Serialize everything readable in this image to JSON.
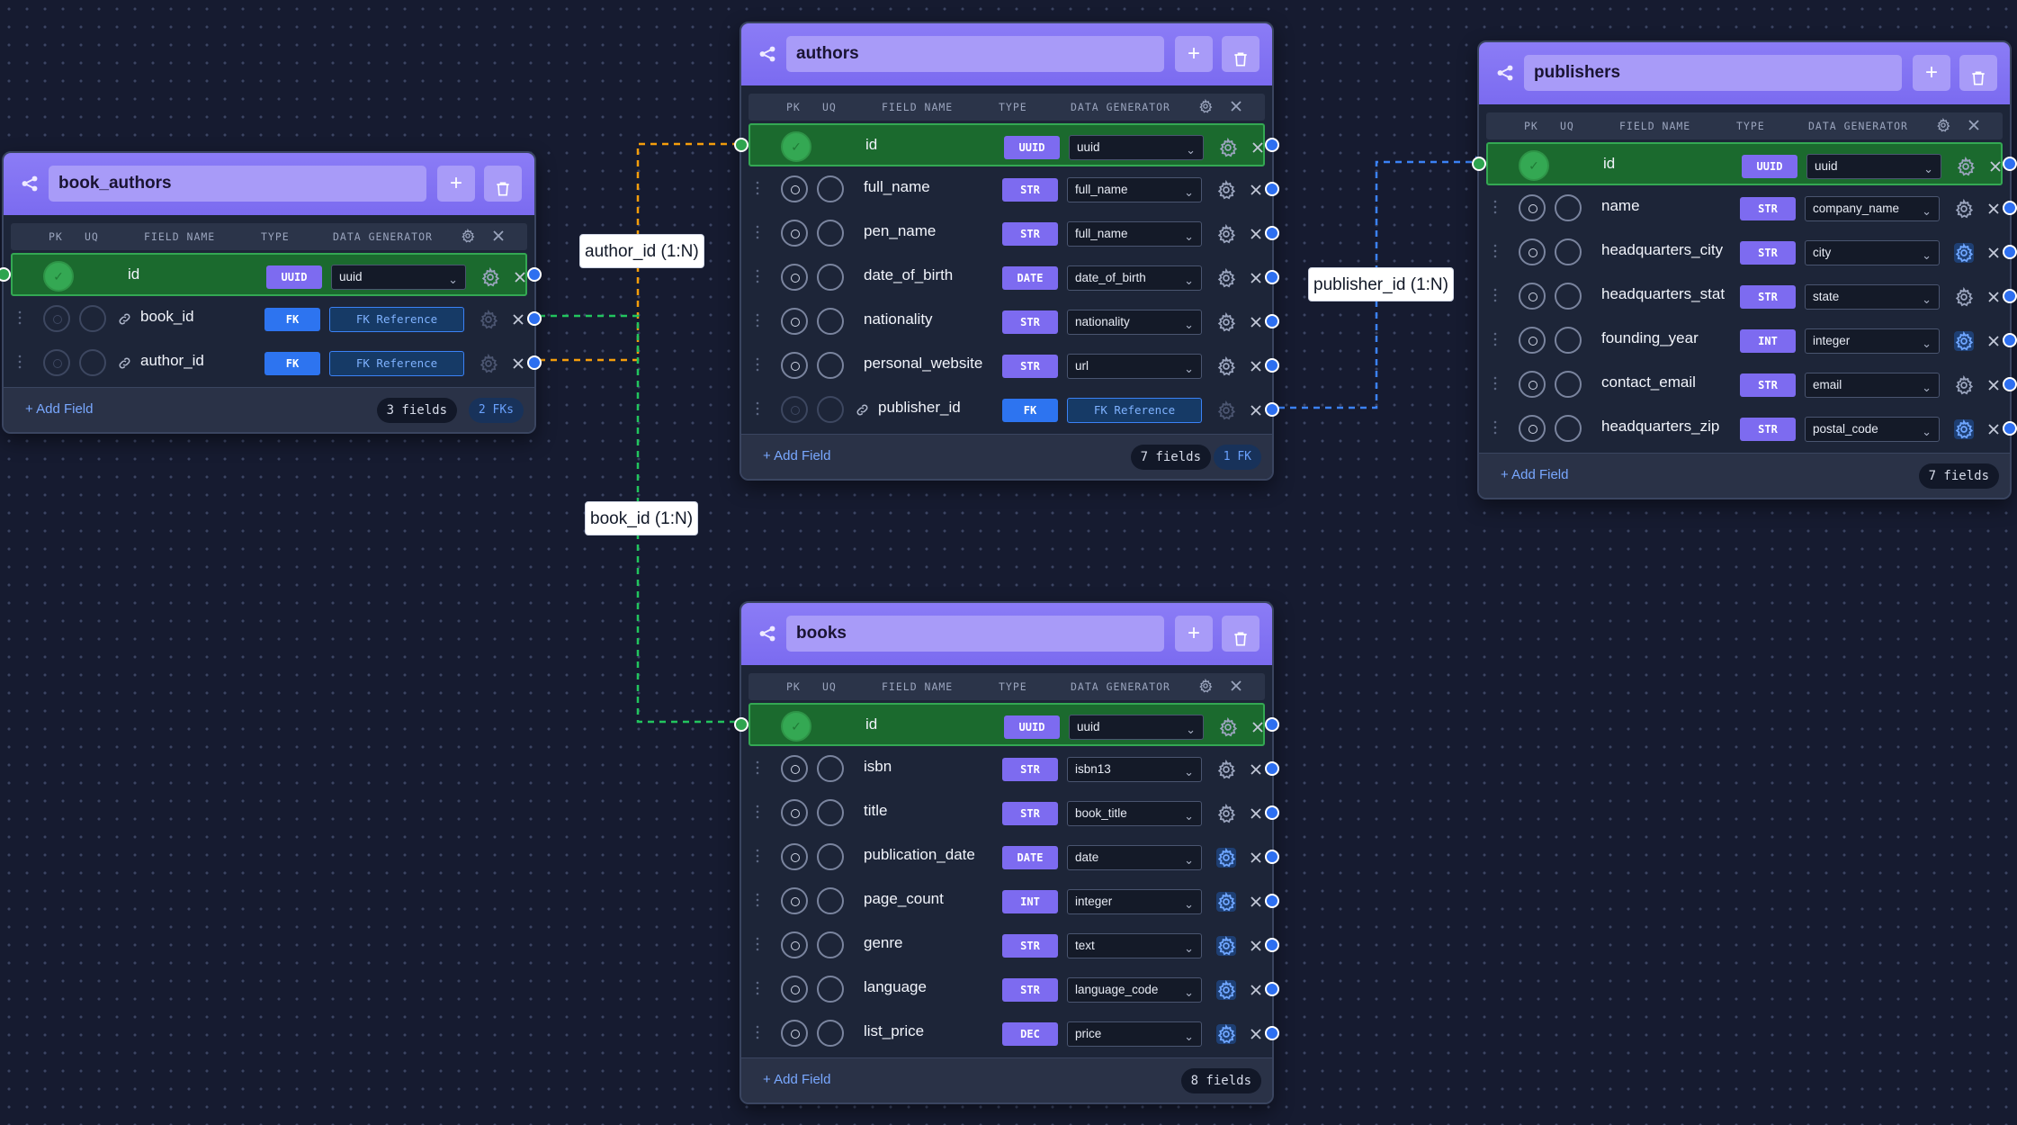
{
  "column_headers": {
    "pk": "PK",
    "uq": "UQ",
    "field_name": "FIELD NAME",
    "type": "TYPE",
    "generator": "DATA GENERATOR"
  },
  "add_field_label": "+ Add Field",
  "relationships": [
    {
      "label": "author_id (1:N)"
    },
    {
      "label": "book_id (1:N)"
    },
    {
      "label": "publisher_id (1:N)"
    }
  ],
  "tables": [
    {
      "name": "book_authors",
      "fields_count": "3 fields",
      "fk_count": "2 FKs",
      "fields": [
        {
          "name": "id",
          "type": "UUID",
          "generator": "uuid",
          "pk": true
        },
        {
          "name": "book_id",
          "type": "FK",
          "generator": "FK Reference",
          "fk": true
        },
        {
          "name": "author_id",
          "type": "FK",
          "generator": "FK Reference",
          "fk": true
        }
      ]
    },
    {
      "name": "authors",
      "fields_count": "7 fields",
      "fk_count": "1 FK",
      "fields": [
        {
          "name": "id",
          "type": "UUID",
          "generator": "uuid",
          "pk": true
        },
        {
          "name": "full_name",
          "type": "STR",
          "generator": "full_name"
        },
        {
          "name": "pen_name",
          "type": "STR",
          "generator": "full_name"
        },
        {
          "name": "date_of_birth",
          "type": "DATE",
          "generator": "date_of_birth"
        },
        {
          "name": "nationality",
          "type": "STR",
          "generator": "nationality"
        },
        {
          "name": "personal_website",
          "type": "STR",
          "generator": "url"
        },
        {
          "name": "publisher_id",
          "type": "FK",
          "generator": "FK Reference",
          "fk": true
        }
      ]
    },
    {
      "name": "publishers",
      "fields_count": "7 fields",
      "fields": [
        {
          "name": "id",
          "type": "UUID",
          "generator": "uuid",
          "pk": true
        },
        {
          "name": "name",
          "type": "STR",
          "generator": "company_name"
        },
        {
          "name": "headquarters_city",
          "type": "STR",
          "generator": "city",
          "gear_active": true
        },
        {
          "name": "headquarters_stat",
          "type": "STR",
          "generator": "state"
        },
        {
          "name": "founding_year",
          "type": "INT",
          "generator": "integer",
          "gear_active": true
        },
        {
          "name": "contact_email",
          "type": "STR",
          "generator": "email"
        },
        {
          "name": "headquarters_zip",
          "type": "STR",
          "generator": "postal_code",
          "gear_active": true
        }
      ]
    },
    {
      "name": "books",
      "fields_count": "8 fields",
      "fields": [
        {
          "name": "id",
          "type": "UUID",
          "generator": "uuid",
          "pk": true
        },
        {
          "name": "isbn",
          "type": "STR",
          "generator": "isbn13"
        },
        {
          "name": "title",
          "type": "STR",
          "generator": "book_title"
        },
        {
          "name": "publication_date",
          "type": "DATE",
          "generator": "date",
          "gear_active": true
        },
        {
          "name": "page_count",
          "type": "INT",
          "generator": "integer",
          "gear_active": true
        },
        {
          "name": "genre",
          "type": "STR",
          "generator": "text",
          "gear_active": true
        },
        {
          "name": "language",
          "type": "STR",
          "generator": "language_code",
          "gear_active": true
        },
        {
          "name": "list_price",
          "type": "DEC",
          "generator": "price",
          "gear_active": true
        }
      ]
    }
  ],
  "colors": {
    "header": "#8b7cf6",
    "pk_row": "#1b6a2e",
    "fk_badge": "#2d74f0",
    "edge_orange": "#f59e0b",
    "edge_green": "#22c55e",
    "edge_blue": "#3b82f6"
  }
}
